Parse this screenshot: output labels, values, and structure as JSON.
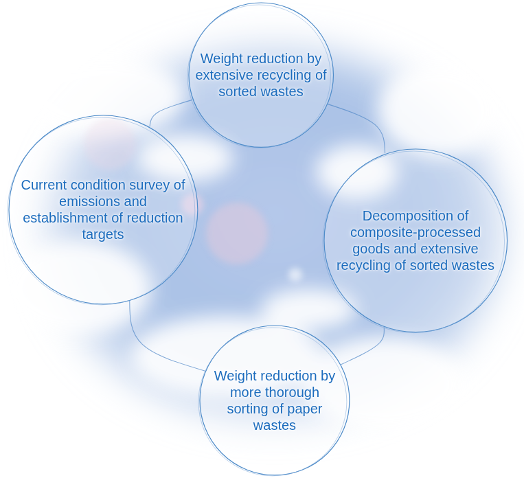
{
  "diagram": {
    "nodes": [
      {
        "text": [
          "Weight reduction by extensive recycling of sorted wastes"
        ]
      },
      {
        "text": [
          "Current condition survey of emissions and establishment of reduction targets"
        ]
      },
      {
        "text": [
          "Decomposition of composite-processed goods and extensive recycling of sorted wastes"
        ]
      },
      {
        "text": [
          "Weight reduction by more thorough sorting of paper wastes"
        ]
      }
    ],
    "edges": [
      {
        "from": 0,
        "to": 2,
        "arrow": "none"
      },
      {
        "from": 2,
        "to": 3,
        "arrow": "none"
      },
      {
        "from": 3,
        "to": 1,
        "arrow": "none"
      },
      {
        "from": 1,
        "to": 0,
        "arrow": "none"
      }
    ]
  }
}
